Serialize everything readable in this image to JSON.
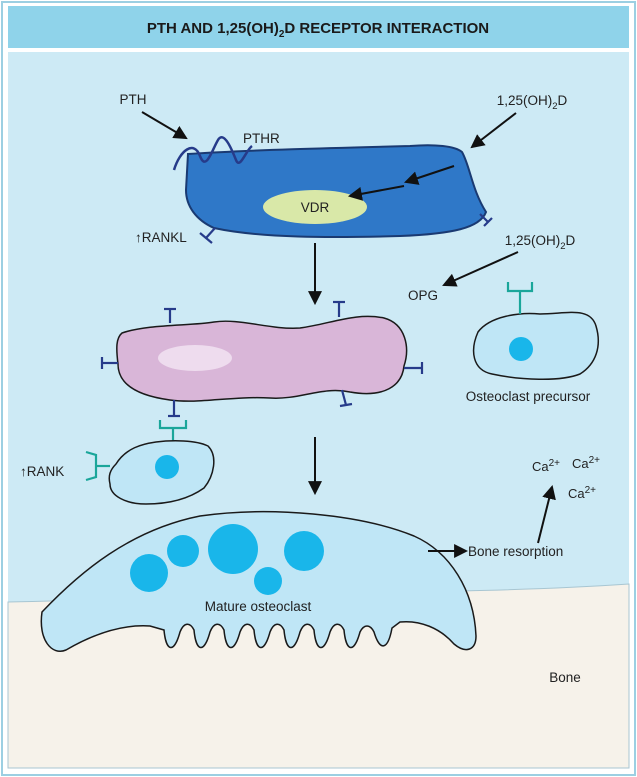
{
  "title": {
    "before": "PTH AND 1,25(OH)",
    "sub": "2",
    "after": "D RECEPTOR INTERACTION"
  },
  "labels": {
    "pth": "PTH",
    "pthr": "PTHR",
    "vdr": "VDR",
    "rankl": "↑RANKL",
    "vitd_top": {
      "before": "1,25(OH)",
      "sub": "2",
      "after": "D"
    },
    "vitd_mid": {
      "before": "1,25(OH)",
      "sub": "2",
      "after": "D"
    },
    "opg": "OPG",
    "osteoclast_precursor": "Osteoclast precursor",
    "rank": "↑RANK",
    "mature_osteoclast": "Mature osteoclast",
    "bone_resorption": "Bone resorption",
    "bone": "Bone",
    "ca": [
      {
        "base": "Ca",
        "sup": "2+"
      },
      {
        "base": "Ca",
        "sup": "2+"
      },
      {
        "base": "Ca",
        "sup": "2+"
      }
    ]
  },
  "colors": {
    "header_bg": "#8fd3ea",
    "panel_bg": "#cdeaf5",
    "bone_bg": "#f6f2ea",
    "osteoblast": "#2f78c8",
    "osteoblast_stroke": "#1a3a72",
    "vdr": "#d9e8a8",
    "stromal": "#d9b6d8",
    "cell_light": "#bfe6f6",
    "nucleus": "#19b6ea",
    "receptor_navy": "#263b8a",
    "receptor_teal": "#1aa69a"
  }
}
